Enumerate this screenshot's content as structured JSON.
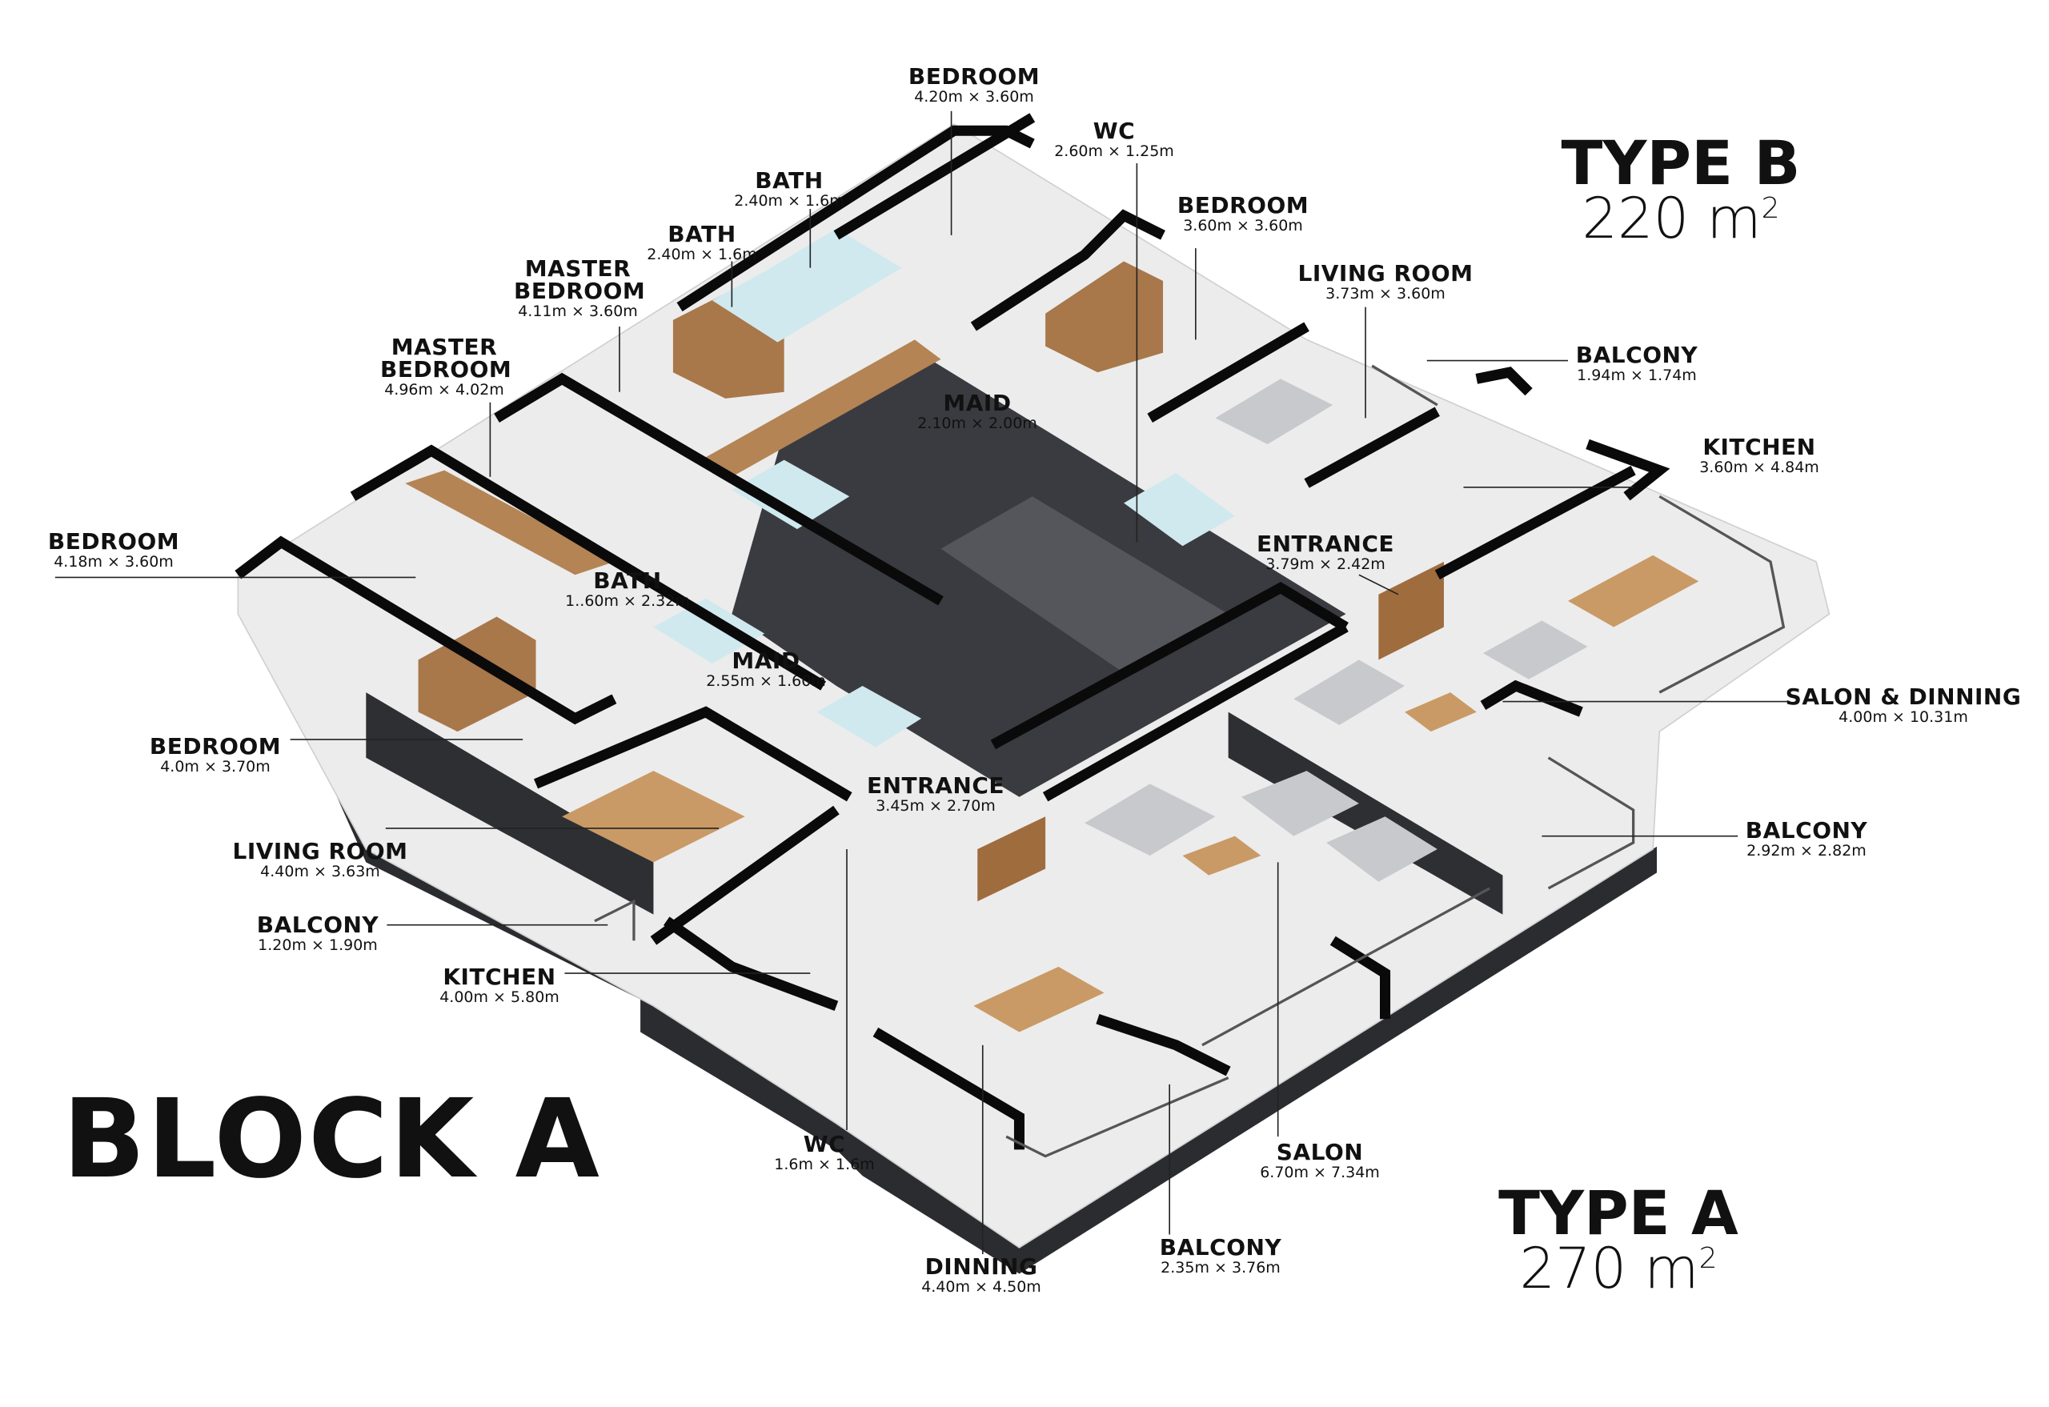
{
  "block_title": "BLOCK A",
  "types": [
    {
      "name": "TYPE B",
      "area": "220 m",
      "unit_sup": "2"
    },
    {
      "name": "TYPE A",
      "area": "270 m",
      "unit_sup": "2"
    }
  ],
  "rooms": [
    {
      "name": "BEDROOM",
      "dims": "4.20m × 3.60m"
    },
    {
      "name": "WC",
      "dims": "2.60m × 1.25m"
    },
    {
      "name": "BATH",
      "dims": "2.40m × 1.6m"
    },
    {
      "name": "BATH",
      "dims": "2.40m × 1.6m"
    },
    {
      "name": "MASTER BEDROOM",
      "dims": "4.11m × 3.60m"
    },
    {
      "name": "BEDROOM",
      "dims": "3.60m × 3.60m"
    },
    {
      "name": "LIVING ROOM",
      "dims": "3.73m × 3.60m"
    },
    {
      "name": "BALCONY",
      "dims": "1.94m × 1.74m"
    },
    {
      "name": "MASTER BEDROOM",
      "dims": "4.96m × 4.02m"
    },
    {
      "name": "MAID",
      "dims": "2.10m × 2.00m"
    },
    {
      "name": "KITCHEN",
      "dims": "3.60m × 4.84m"
    },
    {
      "name": "BEDROOM",
      "dims": "4.18m × 3.60m"
    },
    {
      "name": "ENTRANCE",
      "dims": "3.79m × 2.42m"
    },
    {
      "name": "BATH",
      "dims": "1..60m × 2.32m"
    },
    {
      "name": "MAID",
      "dims": "2.55m × 1.60m"
    },
    {
      "name": "SALON & DINNING",
      "dims": "4.00m × 10.31m"
    },
    {
      "name": "BEDROOM",
      "dims": "4.0m × 3.70m"
    },
    {
      "name": "ENTRANCE",
      "dims": "3.45m × 2.70m"
    },
    {
      "name": "BALCONY",
      "dims": "2.92m × 2.82m"
    },
    {
      "name": "LIVING ROOM",
      "dims": "4.40m × 3.63m"
    },
    {
      "name": "BALCONY",
      "dims": "1.20m × 1.90m"
    },
    {
      "name": "KITCHEN",
      "dims": "4.00m × 5.80m"
    },
    {
      "name": "WC",
      "dims": "1.6m × 1.6m"
    },
    {
      "name": "SALON",
      "dims": "6.70m × 7.34m"
    },
    {
      "name": "BALCONY",
      "dims": "2.35m × 3.76m"
    },
    {
      "name": "DINNING",
      "dims": "4.40m × 4.50m"
    }
  ],
  "colors": {
    "wall": "#0a0a0a",
    "floor": "#ececec",
    "core": "#3a3b40",
    "wood": "#a8774a",
    "tile": "#cfe9ef"
  }
}
